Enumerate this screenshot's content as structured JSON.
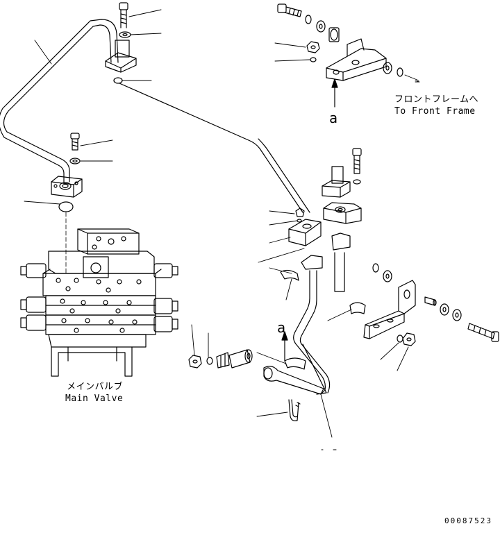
{
  "labels": {
    "front_frame_jp": "フロントフレームへ",
    "front_frame_en": "To Front Frame",
    "main_valve_jp": "メインバルブ",
    "main_valve_en": "Main Valve",
    "ref_a_top": "a",
    "ref_a_bottom": "a",
    "drawing_number": "00087523"
  },
  "colors": {
    "line": "#000000",
    "background": "#ffffff"
  }
}
